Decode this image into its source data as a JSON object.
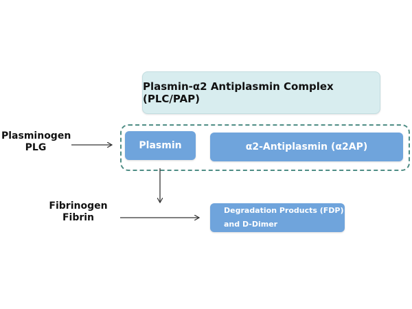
{
  "diagram": {
    "complex": {
      "label": "Plasmin-α2 Antiplasmin Complex (PLC/PAP)"
    },
    "plasminogen": {
      "line1": "Plasminogen",
      "line2": "PLG"
    },
    "plasmin": {
      "label": "Plasmin"
    },
    "antiplasmin": {
      "label": "α2-Antiplasmin (α2AP)"
    },
    "fibrinogen": {
      "line1": "Fibrinogen",
      "line2": "Fibrin"
    },
    "fdp": {
      "line1": "Degradation Products (FDP)",
      "line2": "and D-Dimer"
    },
    "colors": {
      "complex_fill": "#d8edef",
      "box_fill": "#6fa4dc",
      "dashed_border": "#4d8c84",
      "arrow": "#333333"
    },
    "edges": [
      {
        "from": "plasminogen",
        "to": "plasmin"
      },
      {
        "from": "plasmin",
        "to": "fdp"
      },
      {
        "from": "fibrinogen",
        "to": "fdp"
      }
    ]
  }
}
